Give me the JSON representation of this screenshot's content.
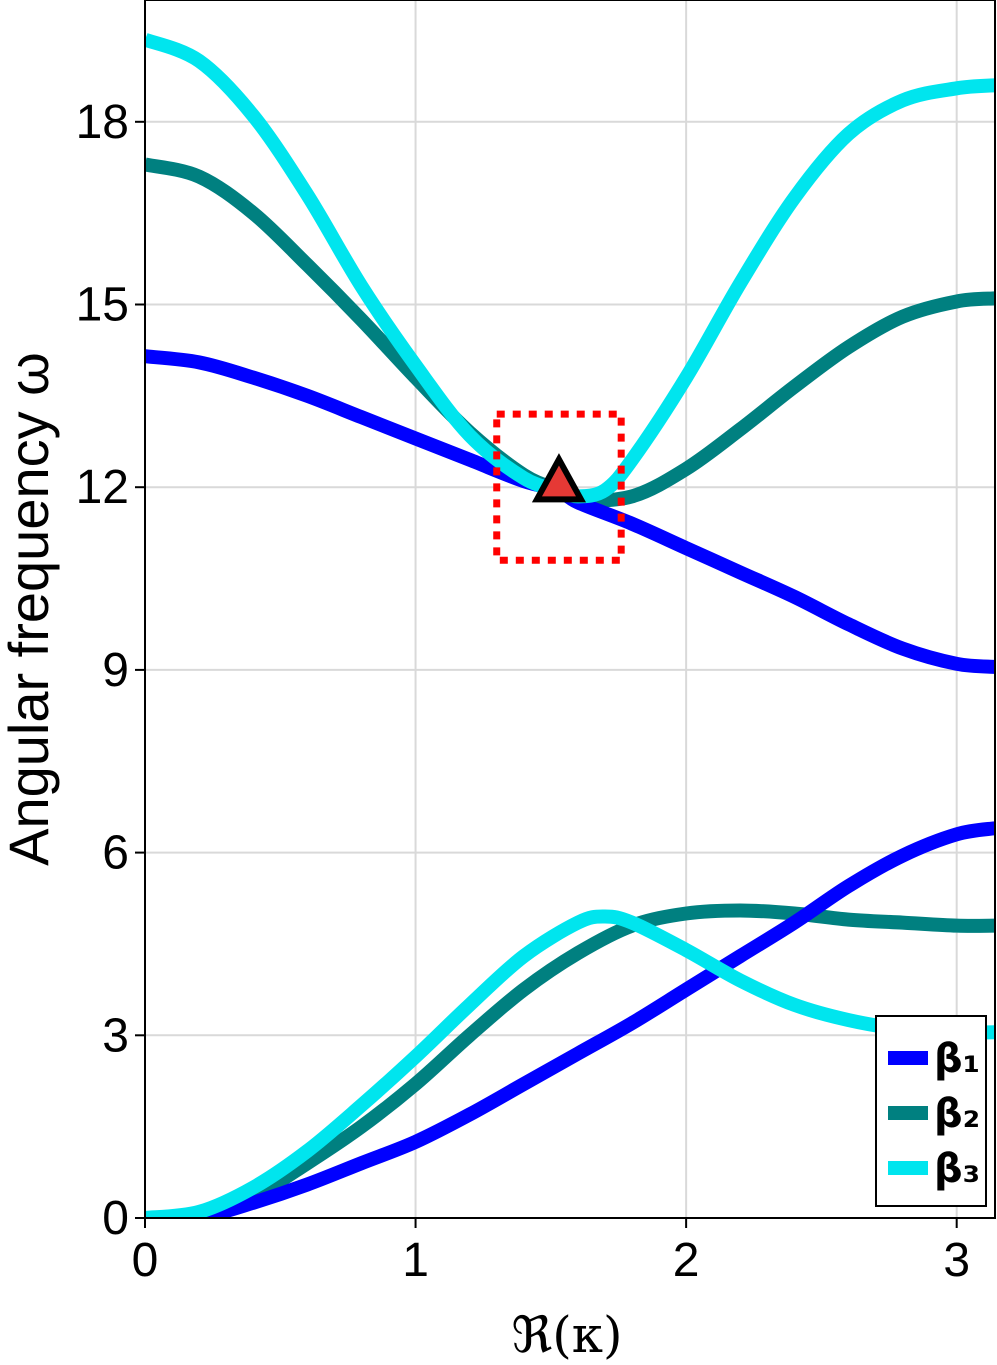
{
  "chart_data": {
    "type": "line",
    "xlabel": "ℜ(κ)",
    "ylabel": "Angular frequency ω",
    "xlim": [
      0,
      3.1416
    ],
    "ylim": [
      0,
      20
    ],
    "x_ticks": [
      "0",
      "1",
      "2",
      "3"
    ],
    "y_ticks": [
      "0",
      "3",
      "6",
      "9",
      "12",
      "15",
      "18"
    ],
    "grid": true,
    "legend_position": "bottom-right",
    "series": [
      {
        "name": "β₁",
        "color": "#0000ff",
        "branch": "lower",
        "x": [
          0,
          0.2,
          0.4,
          0.6,
          0.8,
          1.0,
          1.2,
          1.4,
          1.6,
          1.8,
          2.0,
          2.2,
          2.4,
          2.6,
          2.8,
          3.0,
          3.1416
        ],
        "y": [
          -0.1,
          0.0,
          0.25,
          0.55,
          0.9,
          1.25,
          1.7,
          2.2,
          2.7,
          3.2,
          3.75,
          4.3,
          4.85,
          5.45,
          5.95,
          6.3,
          6.4
        ]
      },
      {
        "name": "β₁",
        "color": "#0000ff",
        "branch": "upper",
        "x": [
          0,
          0.2,
          0.4,
          0.6,
          0.8,
          1.0,
          1.2,
          1.4,
          1.53,
          1.6,
          1.8,
          2.0,
          2.2,
          2.4,
          2.6,
          2.8,
          3.0,
          3.1416
        ],
        "y": [
          14.15,
          14.05,
          13.8,
          13.5,
          13.15,
          12.8,
          12.45,
          12.1,
          11.95,
          11.75,
          11.4,
          11.0,
          10.6,
          10.2,
          9.75,
          9.35,
          9.1,
          9.05
        ]
      },
      {
        "name": "β₂",
        "color": "#008080",
        "branch": "lower",
        "x": [
          0,
          0.2,
          0.4,
          0.6,
          0.8,
          1.0,
          1.2,
          1.4,
          1.6,
          1.8,
          2.0,
          2.2,
          2.4,
          2.6,
          2.8,
          3.0,
          3.1416
        ],
        "y": [
          0.0,
          0.0,
          0.35,
          0.9,
          1.5,
          2.2,
          3.0,
          3.75,
          4.35,
          4.8,
          5.0,
          5.05,
          5.0,
          4.9,
          4.85,
          4.8,
          4.8
        ]
      },
      {
        "name": "β₂",
        "color": "#008080",
        "branch": "upper",
        "x": [
          0,
          0.2,
          0.4,
          0.6,
          0.8,
          1.0,
          1.2,
          1.4,
          1.53,
          1.6,
          1.8,
          2.0,
          2.2,
          2.4,
          2.6,
          2.8,
          3.0,
          3.1416
        ],
        "y": [
          17.3,
          17.1,
          16.5,
          15.65,
          14.75,
          13.8,
          12.9,
          12.2,
          11.95,
          11.8,
          11.85,
          12.3,
          12.95,
          13.65,
          14.3,
          14.8,
          15.05,
          15.1
        ]
      },
      {
        "name": "β₃",
        "color": "#00e5ee",
        "branch": "lower",
        "x": [
          0,
          0.2,
          0.4,
          0.6,
          0.8,
          1.0,
          1.2,
          1.4,
          1.6,
          1.7,
          1.8,
          2.0,
          2.2,
          2.4,
          2.6,
          2.8,
          3.0,
          3.1416
        ],
        "y": [
          0.0,
          0.1,
          0.5,
          1.1,
          1.85,
          2.65,
          3.5,
          4.3,
          4.85,
          4.95,
          4.85,
          4.4,
          3.9,
          3.5,
          3.25,
          3.1,
          3.05,
          3.05
        ]
      },
      {
        "name": "β₃",
        "color": "#00e5ee",
        "branch": "upper",
        "x": [
          0,
          0.2,
          0.4,
          0.6,
          0.8,
          1.0,
          1.2,
          1.4,
          1.53,
          1.6,
          1.7,
          1.8,
          2.0,
          2.2,
          2.4,
          2.6,
          2.8,
          3.0,
          3.1416
        ],
        "y": [
          19.35,
          19.0,
          18.1,
          16.8,
          15.3,
          14.0,
          12.85,
          12.15,
          11.95,
          11.85,
          11.95,
          12.45,
          13.8,
          15.35,
          16.75,
          17.8,
          18.35,
          18.55,
          18.6
        ]
      }
    ],
    "legend": [
      {
        "label": "β₁",
        "color": "#0000ff"
      },
      {
        "label": "β₂",
        "color": "#008080"
      },
      {
        "label": "β₃",
        "color": "#00e5ee"
      }
    ],
    "annotations": [
      {
        "type": "marker",
        "shape": "triangle",
        "x": 1.53,
        "y": 12.05,
        "fill": "#e53935",
        "stroke": "#000000"
      },
      {
        "type": "dotted-box",
        "x_range": [
          1.3,
          1.76
        ],
        "y_range": [
          10.8,
          13.2
        ],
        "color": "#ff0000"
      }
    ]
  }
}
